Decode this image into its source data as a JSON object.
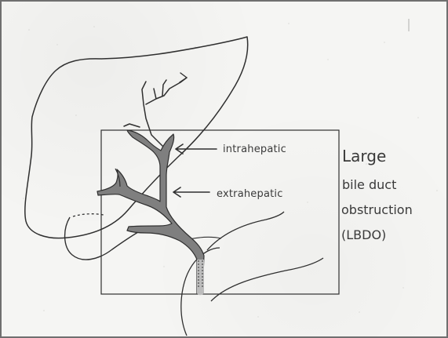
{
  "labels": {
    "intrahepatic": "intrahepatic",
    "extrahepatic": "extrahepatic",
    "title_line1": "Large",
    "title_line2": "bile duct",
    "title_line3": "obstruction",
    "title_line4": "(LBDO)"
  },
  "colors": {
    "ink": "#2f2f2f",
    "duct_fill": "#7f7f7f",
    "paper": "#f5f5f3"
  }
}
